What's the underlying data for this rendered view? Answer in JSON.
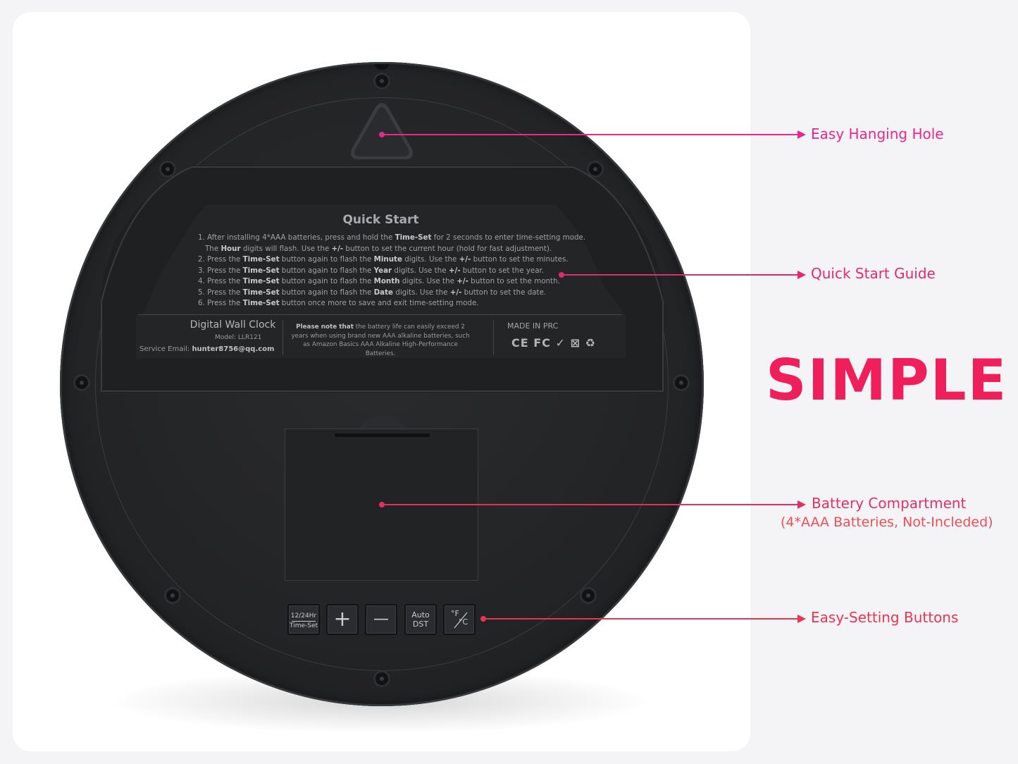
{
  "colors": {
    "accent_top": "#e8278a",
    "accent_mid": "#e32a6e",
    "accent_bottom": "#ea3453",
    "headline": "#ee1f5b"
  },
  "callouts": {
    "hanging_hole": "Easy Hanging Hole",
    "quick_start": "Quick Start Guide",
    "battery": "Battery Compartment",
    "battery_sub": "(4*AAA Batteries, Not-Incleded)",
    "buttons": "Easy-Setting Buttons"
  },
  "headline": "SIMPLE",
  "label": {
    "title": "Quick Start",
    "steps": [
      "1. After installing 4*AAA batteries, press and hold the Time-Set for 2 seconds to enter time-setting mode.",
      "The Hour digits will flash. Use the +/- button to set the current hour (hold for fast adjustment).",
      "2. Press the Time-Set button again to flash the Minute digits. Use the +/- button to set the minutes.",
      "3. Press the Time-Set button again to flash the Year digits. Use the +/- button to set the year.",
      "4. Press the Time-Set button again to flash the Month digits. Use the +/- button to set the month.",
      "5. Press the Time-Set button again to flash the Date digits. Use the +/- button to set the date.",
      "6. Press the Time-Set button once more to save and exit time-setting mode."
    ],
    "product_name": "Digital Wall Clock",
    "model": "Model: LLR121",
    "service_email_label": "Service Email:",
    "service_email": "hunter8756@qq.com",
    "note_bold": "Please note that",
    "note_rest": "the battery life can easily exceed 2 years when using brand new AAA alkaline batteries, such as Amazon Basics AAA Alkaline High-Performance Batteries.",
    "origin": "MADE IN PRC",
    "cert_marks": "CE FC ✓ ⊠ ♻"
  },
  "buttons": {
    "timeset_top": "12/24Hr",
    "timeset_bottom": "Time-Set",
    "plus": "+",
    "minus": "—",
    "auto_top": "Auto",
    "auto_bottom": "DST",
    "temp_top": "°F",
    "temp_bottom": "°C"
  }
}
